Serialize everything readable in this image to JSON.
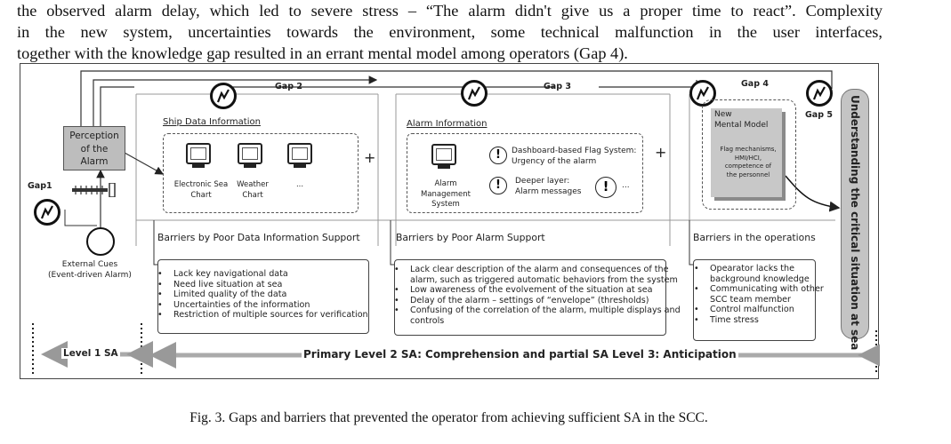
{
  "paragraph": {
    "line1": "the observed alarm delay, which led to severe stress – “The alarm didn't give us a proper time to react”. Complexity",
    "line2": "in the new system, uncertainties towards the environment, some technical malfunction in the user interfaces,",
    "line3": "together with the knowledge gap resulted in an errant mental model among operators (Gap 4)."
  },
  "figure": {
    "gap_labels": {
      "gap1": "Gap1",
      "gap2": "Gap 2",
      "gap3": "Gap 3",
      "gap4": "Gap 4",
      "gap5": "Gap 5"
    },
    "perception": "Perception of the Alarm",
    "external_cues": {
      "line1": "External Cues",
      "line2": "(Event-driven Alarm)"
    },
    "ship_data": {
      "title": "Ship Data Information",
      "items": [
        "Electronic Sea Chart",
        "Weather Chart",
        "..."
      ]
    },
    "alarm_info": {
      "title": "Alarm Information",
      "ams": "Alarm Management System",
      "flag_line1": "Dashboard-based Flag System:",
      "flag_line2": "Urgency of the alarm",
      "deeper_line1": "Deeper layer:",
      "deeper_line2": "Alarm messages",
      "ellipsis": "..."
    },
    "plus": "+",
    "mental_model": {
      "title_line1": "New",
      "title_line2": "Mental Model",
      "body": "Flag mechanisms, HMI/HCI, competence of the personnel"
    },
    "vertical_label": "Understanding the critical situation at sea",
    "barriers": {
      "data": {
        "title": "Barriers by Poor Data Information Support",
        "items": [
          "Lack key navigational data",
          "Need live situation at sea",
          "Limited quality of the data",
          "Uncertainties of the information",
          "Restriction of multiple sources for verification"
        ]
      },
      "alarm": {
        "title": "Barriers by Poor Alarm Support",
        "items": [
          "Lack clear description of the alarm and consequences of the alarm, such as triggered automatic behaviors from the system",
          "Low awareness of the evolvement of the situation at sea",
          "Delay of the alarm – settings of “envelope” (thresholds)",
          "Confusing of the correlation of the alarm, multiple displays and controls"
        ]
      },
      "operations": {
        "title": "Barriers in the operations",
        "items": [
          "Opearator lacks the background knowledge",
          "Communicating with other SCC team member",
          "Control malfunction",
          "Time stress"
        ]
      }
    },
    "levels": {
      "level1": "Level 1 SA",
      "level2": "Primary Level 2 SA: Comprehension and partial SA Level 3: Anticipation"
    }
  },
  "caption": "Fig. 3.  Gaps and barriers that prevented the operator from achieving sufficient SA in the SCC."
}
